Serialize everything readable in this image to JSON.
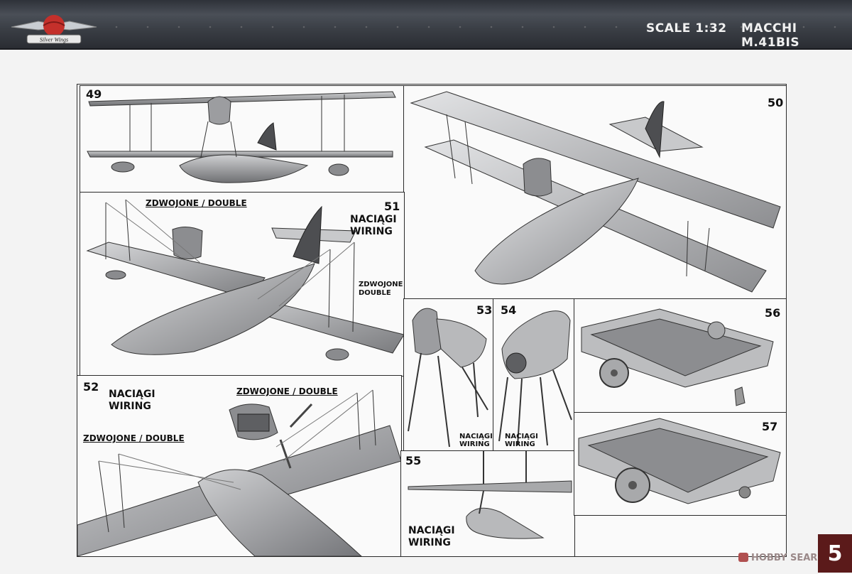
{
  "header": {
    "brand": "Silver Wings",
    "scale": "SCALE 1:32",
    "model": "MACCHI M.41BIS"
  },
  "steps": [
    {
      "num": "49"
    },
    {
      "num": "50"
    },
    {
      "num": "51",
      "labels": [
        "ZDWOJONE / DOUBLE",
        "NACIĄGI",
        "WIRING",
        "ZDWOJONE",
        "DOUBLE"
      ]
    },
    {
      "num": "52",
      "labels": [
        "NACIĄGI",
        "WIRING",
        "ZDWOJONE / DOUBLE",
        "ZDWOJONE / DOUBLE"
      ]
    },
    {
      "num": "53",
      "labels": [
        "NACIĄGI",
        "WIRING"
      ]
    },
    {
      "num": "54",
      "labels": [
        "NACIĄGI",
        "WIRING"
      ]
    },
    {
      "num": "55",
      "labels": [
        "NACIĄGI",
        "WIRING"
      ]
    },
    {
      "num": "56"
    },
    {
      "num": "57"
    }
  ],
  "page_number": "5",
  "watermark": "HOBBY SEARCH",
  "colors": {
    "header_bg": "#3a3e45",
    "page_tab": "#5b1a1a",
    "model_grey": "#b8b9bb"
  }
}
